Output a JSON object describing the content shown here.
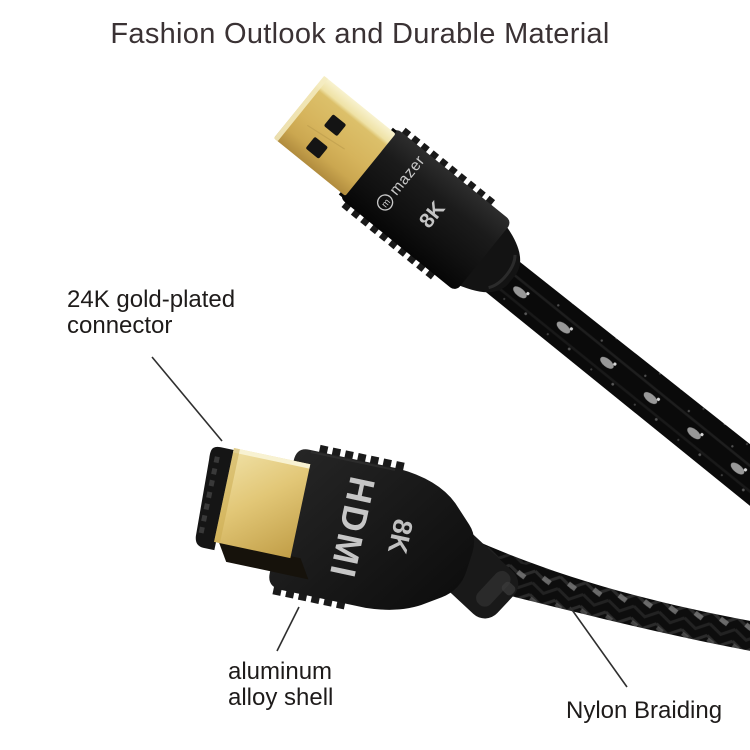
{
  "title": "Fashion Outlook and Durable Material",
  "upper_connector": {
    "brand": "mazer",
    "brand_mark": "m",
    "badge": "8K"
  },
  "lower_connector": {
    "port_label": "HDMI",
    "badge": "8K"
  },
  "annotations": {
    "connector": "24K gold-plated\nconnector",
    "shell": "aluminum\nalloy shell",
    "braiding": "Nylon Braiding"
  },
  "colors": {
    "gold": "#d8b75f",
    "gold_highlight": "#f6efc9",
    "shell_black": "#161616",
    "connector_text_gray": "#c6c6c6",
    "label_text": "#1e1b1a",
    "title_text": "#3a3234",
    "background": "#ffffff"
  }
}
